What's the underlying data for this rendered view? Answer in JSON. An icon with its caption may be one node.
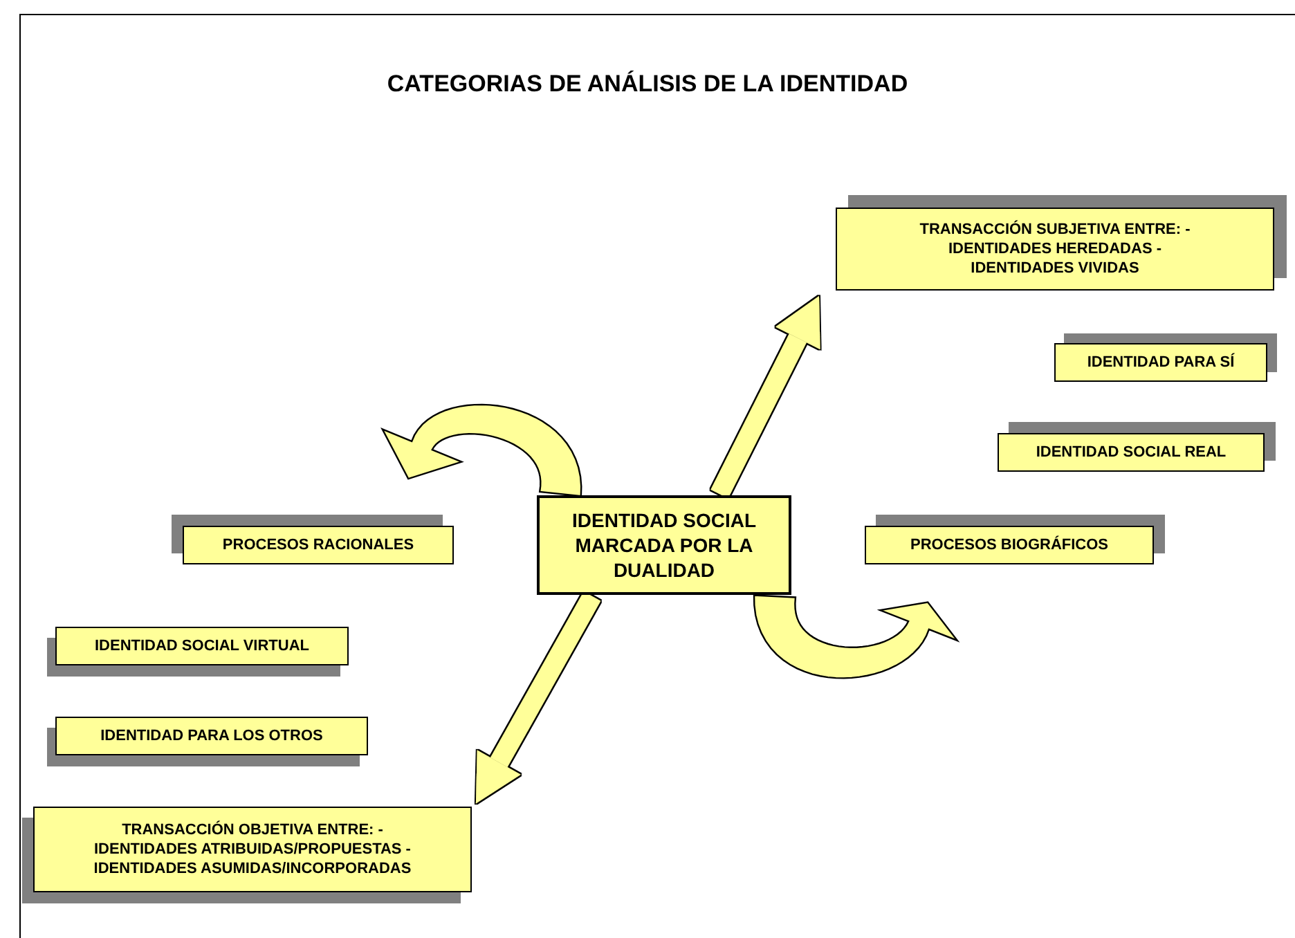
{
  "diagram": {
    "title": "CATEGORIAS DE ANÁLISIS DE LA IDENTIDAD",
    "nodes": [
      {
        "text": [
          "TRANSACCIÓN SUBJETIVA ENTRE: - IDENTIDADES HEREDADAS - IDENTIDADES VIVIDAS"
        ]
      },
      {
        "text": [
          "IDENTIDAD PARA SÍ"
        ]
      },
      {
        "text": [
          "IDENTIDAD SOCIAL REAL"
        ]
      },
      {
        "text": [
          "PROCESOS RACIONALES"
        ]
      },
      {
        "text": [
          "IDENTIDAD SOCIAL MARCADA POR LA DUALIDAD"
        ]
      },
      {
        "text": [
          "PROCESOS BIOGRÁFICOS"
        ]
      },
      {
        "text": [
          "IDENTIDAD SOCIAL VIRTUAL"
        ]
      },
      {
        "text": [
          "IDENTIDAD PARA LOS OTROS"
        ]
      },
      {
        "text": [
          "TRANSACCIÓN OBJETIVA ENTRE: - IDENTIDADES ATRIBUIDAS/PROPUESTAS - IDENTIDADES ASUMIDAS/INCORPORADAS"
        ]
      }
    ],
    "edges": [
      {
        "from": 4,
        "to": 0,
        "arrow": "to"
      },
      {
        "from": 4,
        "to": 3,
        "arrow": "to"
      },
      {
        "from": 4,
        "to": 5,
        "arrow": "to"
      },
      {
        "from": 4,
        "to": 8,
        "arrow": "to"
      }
    ]
  }
}
